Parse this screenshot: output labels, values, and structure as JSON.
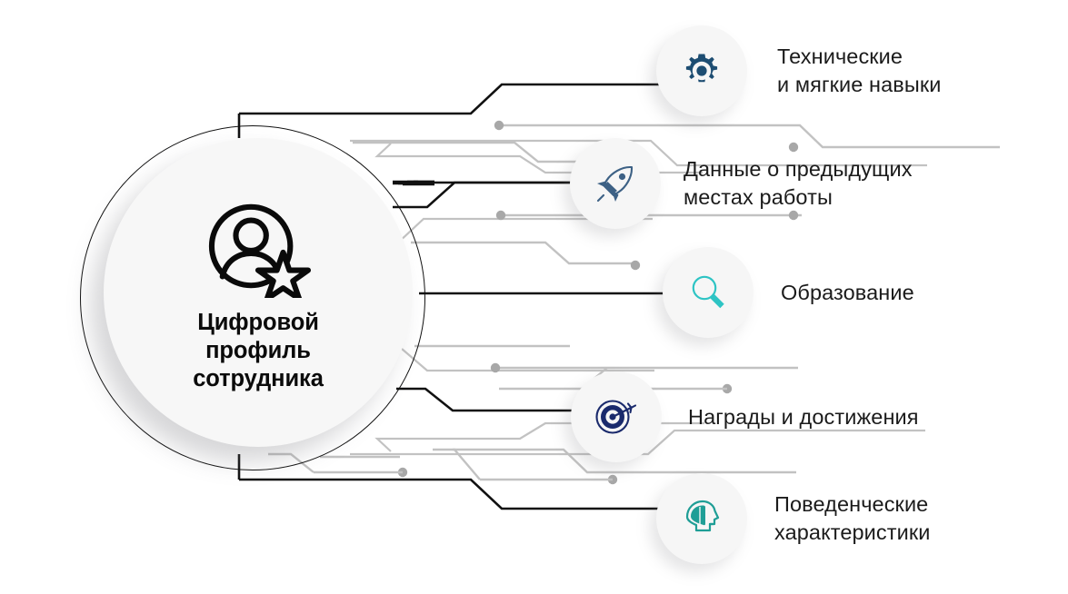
{
  "hub": {
    "title": "Цифровой\nпрофиль\nсотрудника",
    "icon": "user-star-icon"
  },
  "branches": [
    {
      "id": "technical-and-soft-skills",
      "label": "Технические\nи мягкие навыки",
      "icon": "gear-icon",
      "icon_color": "#1d4d72"
    },
    {
      "id": "previous-workplaces-data",
      "label": "Данные о предыдущих\nместах работы",
      "icon": "rocket-icon",
      "icon_color": "#3d6185"
    },
    {
      "id": "education",
      "label": "Образование",
      "icon": "magnifier-icon",
      "icon_color": "#2ec4c4"
    },
    {
      "id": "awards-and-achievements",
      "label": "Награды и достижения",
      "icon": "target-icon",
      "icon_color": "#1a2a6c"
    },
    {
      "id": "behavioral-characteristics",
      "label": "Поведенческие\nхарактеристики",
      "icon": "head-profile-icon",
      "icon_color": "#1f9e96"
    }
  ],
  "colors": {
    "background": "#ffffff",
    "hub_ring": "#111111",
    "hub_fill": "#f7f7f7",
    "bubble_fill": "#f6f6f6",
    "text": "#1b1b1b",
    "wire_primary": "#111111",
    "wire_secondary": "#bdbdbd",
    "wire_dot": "#a8a8a8"
  }
}
